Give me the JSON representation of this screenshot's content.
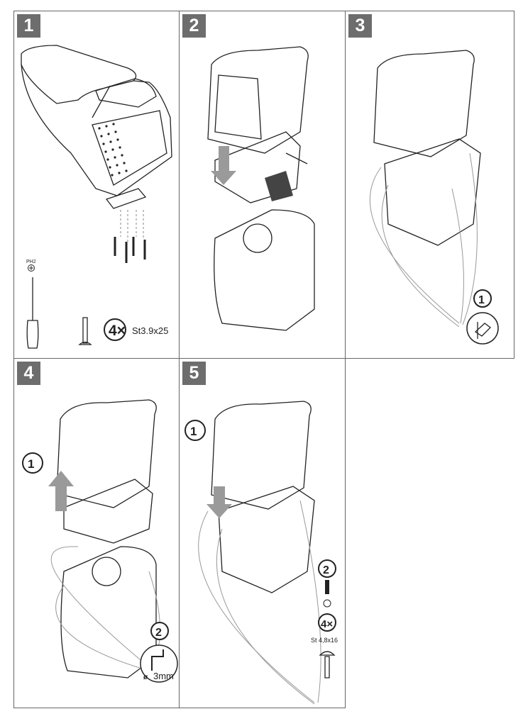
{
  "document": {
    "type": "armrest installation instructions"
  },
  "steps": [
    {
      "number": "1",
      "tool": {
        "bit_label": "PH2"
      },
      "fastener": {
        "quantity": "4×",
        "spec": "St3.9x25"
      }
    },
    {
      "number": "2"
    },
    {
      "number": "3",
      "callout": {
        "number": "1",
        "icon": "hand-pen-icon"
      }
    },
    {
      "number": "4",
      "callouts": [
        {
          "number": "1"
        },
        {
          "number": "2",
          "drill_label": "3mm",
          "diameter_symbol": "ø"
        }
      ]
    },
    {
      "number": "5",
      "callouts": [
        {
          "number": "1"
        },
        {
          "number": "2",
          "quantity": "4×",
          "spec": "St 4,8x16"
        }
      ]
    }
  ],
  "colors": {
    "badge": "#6d6d6d",
    "border": "#666666",
    "arrow": "#9a9a9a",
    "line": "#222222"
  }
}
